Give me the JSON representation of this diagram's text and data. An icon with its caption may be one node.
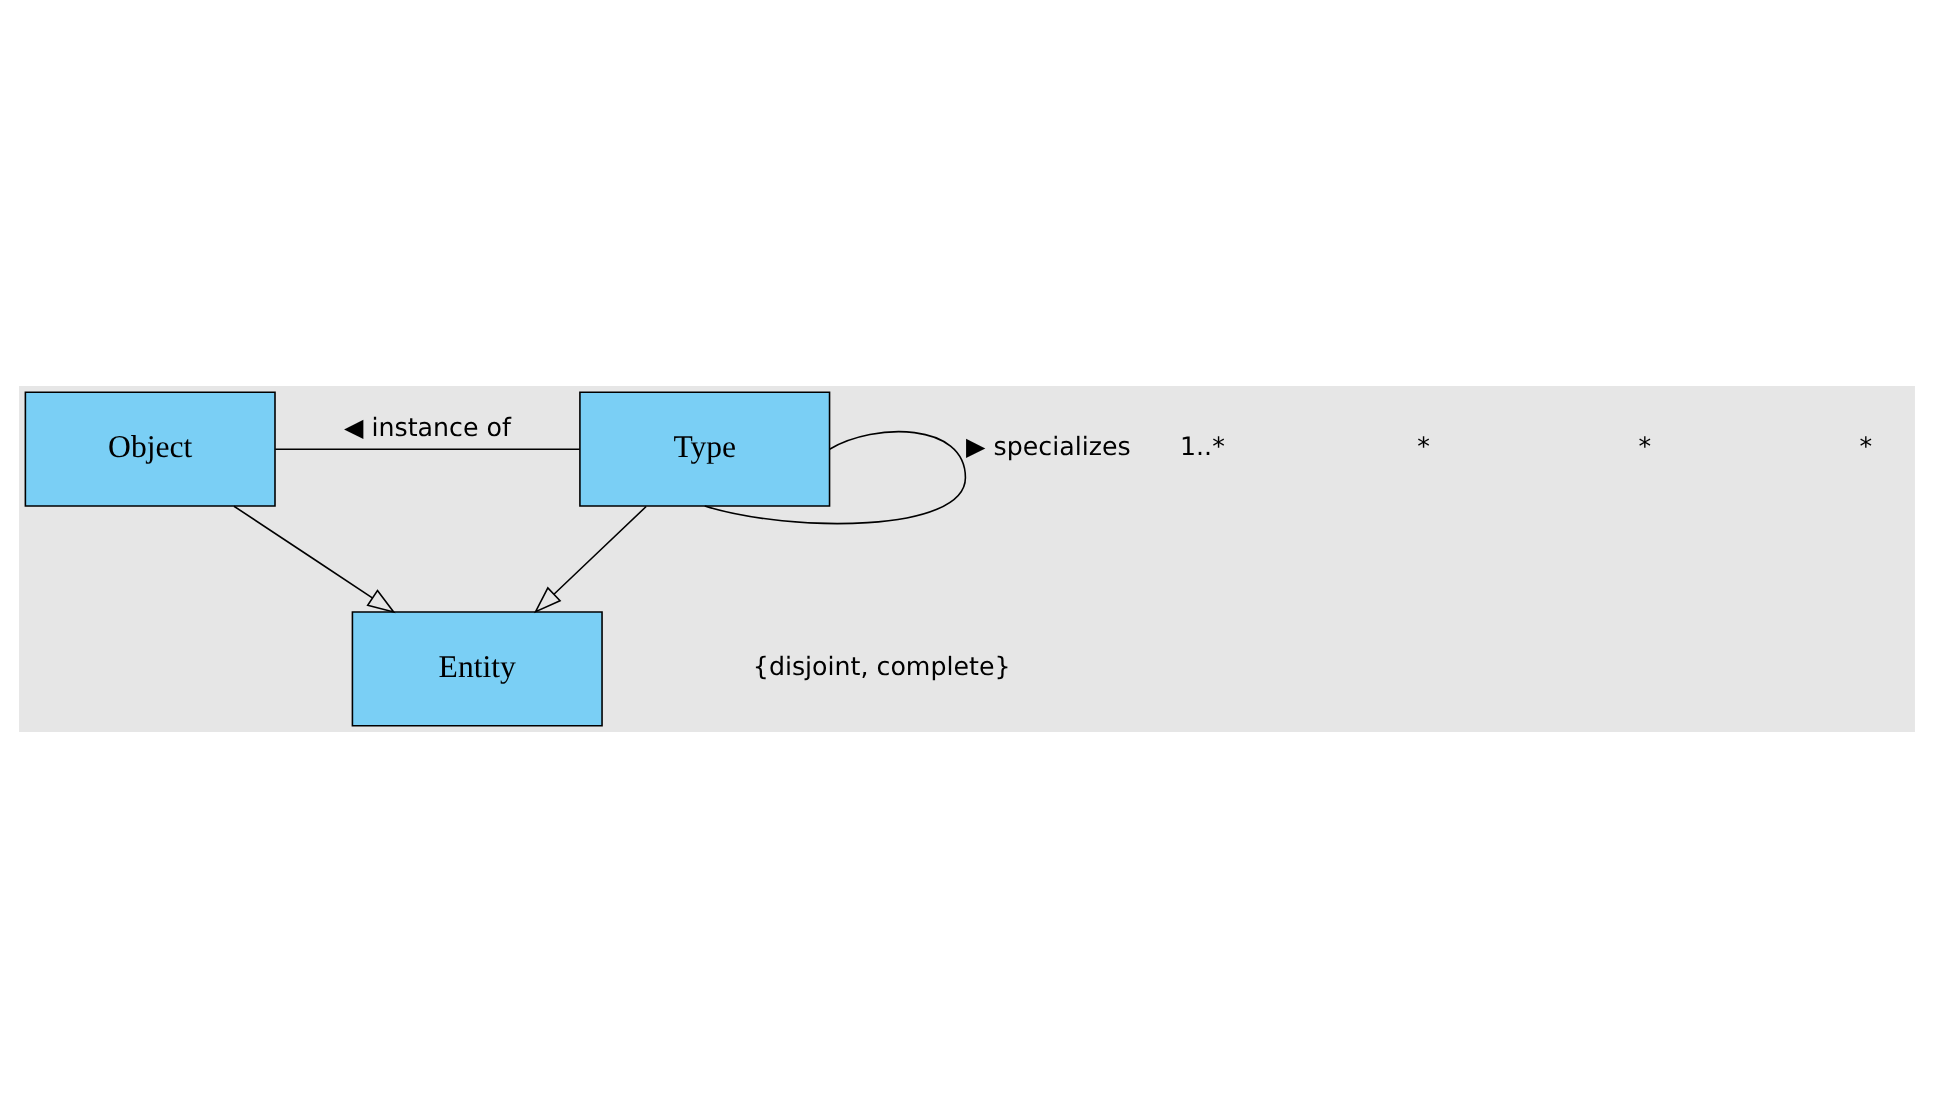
{
  "diagram": {
    "nodes": [
      {
        "text": [
          "Entity"
        ]
      },
      {
        "text": [
          "Type"
        ]
      },
      {
        "text": [
          "Object"
        ]
      }
    ],
    "edges": [
      {
        "from": 1,
        "to": 0,
        "arrow": "to"
      },
      {
        "from": 2,
        "to": 0,
        "arrow": "to"
      },
      {
        "from": 2,
        "to": 1,
        "arrow": "none",
        "label": "◀ instance of"
      },
      {
        "from": 1,
        "to": 1,
        "arrow": "none",
        "label": "▶ specializes"
      }
    ],
    "labels": [
      "{disjoint, complete}",
      "1..*",
      "*",
      "*",
      "*"
    ]
  }
}
